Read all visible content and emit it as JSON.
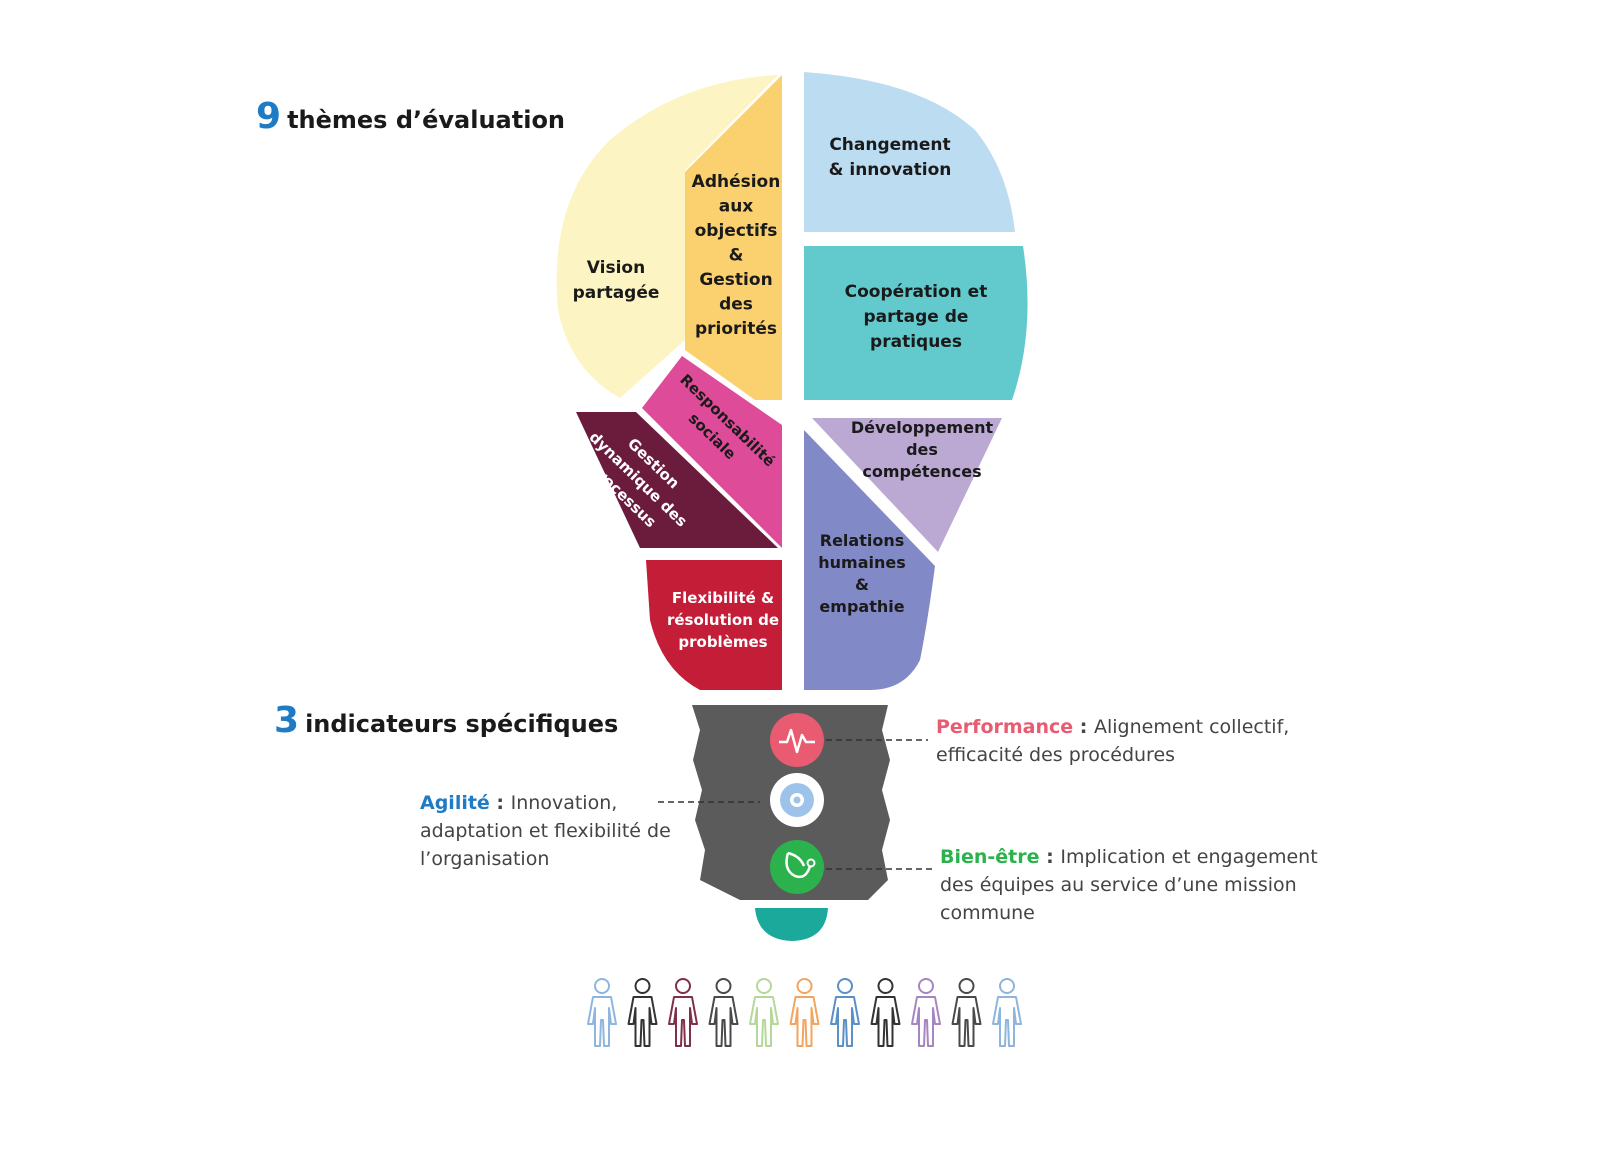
{
  "headings": {
    "themes": {
      "number": "9",
      "text": "thèmes d’évaluation"
    },
    "indicators": {
      "number": "3",
      "text": "indicateurs spécifiques"
    }
  },
  "themes": {
    "vision": [
      "Vision",
      "partagée"
    ],
    "adhesion": [
      "Adhésion",
      "aux",
      "objectifs",
      "&",
      "Gestion",
      "des",
      "priorités"
    ],
    "changement": [
      "Changement",
      "& innovation"
    ],
    "cooperation": [
      "Coopération et",
      "partage de",
      "pratiques"
    ],
    "responsabilite": [
      "Responsabilité",
      "sociale"
    ],
    "gestion_dynamique": [
      "Gestion",
      "dynamique des",
      "processus"
    ],
    "developpement": [
      "Développement",
      "des",
      "compétences"
    ],
    "relations": [
      "Relations",
      "humaines",
      "&",
      "empathie"
    ],
    "flexibilite": [
      "Flexibilité &",
      "résolution de",
      "problèmes"
    ]
  },
  "indicators": {
    "performance": {
      "name": "Performance",
      "sep": " : ",
      "text1": "Alignement collectif,",
      "text2": "efficacité des procédures",
      "icon": "heartbeat-icon"
    },
    "agilite": {
      "name": "Agilité",
      "sep": " :  ",
      "text1": "Innovation,",
      "text2": "adaptation et flexibilité de",
      "text3": "l’organisation",
      "icon": "gear-icon"
    },
    "bienetre": {
      "name": "Bien-être",
      "sep": " : ",
      "text1": "Implication et engagement",
      "text2": "des équipes au service d’une mission",
      "text3": "commune",
      "icon": "stethoscope-icon"
    }
  },
  "colors": {
    "vision": "#fcf5c3",
    "adhesion": "#fbd06e",
    "changement": "#bcdcf1",
    "cooperation": "#62c9cd",
    "responsabilite": "#de4b98",
    "gestion_dynamique": "#6b1c3d",
    "developpement": "#bba9d4",
    "relations": "#8189c6",
    "flexibilite": "#c31d37",
    "base": "#5b5b5b",
    "tip": "#1aa99a",
    "accent_blue": "#1f7bc4",
    "performance": "#e85b71",
    "agilite": "#1f7bc4",
    "bienetre": "#2bb24c"
  },
  "people": {
    "icon": "person-icon",
    "colors": [
      "#8eb5dd",
      "#333333",
      "#7e2f4c",
      "#4a4a4a",
      "#b6d79a",
      "#f3a45f",
      "#5a8fc7",
      "#333333",
      "#a586c2",
      "#4a4a4a",
      "#8eb5dd"
    ]
  }
}
